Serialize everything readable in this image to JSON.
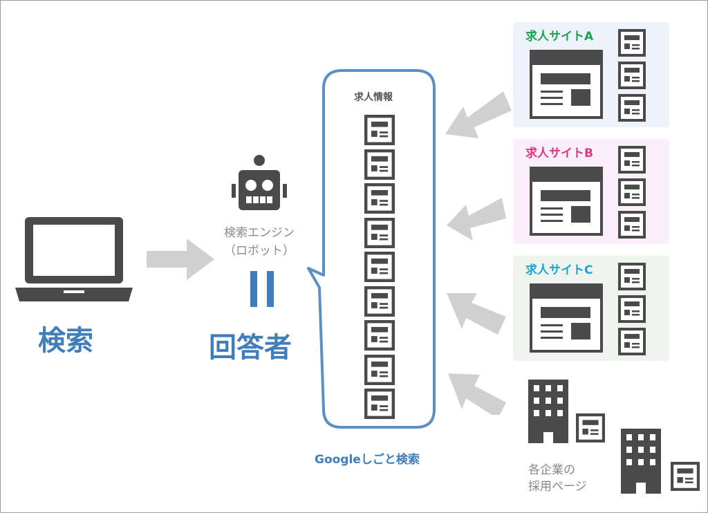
{
  "search": {
    "label": "検索"
  },
  "engine": {
    "line1": "検索エンジン",
    "line2": "（ロボット）"
  },
  "answerer": {
    "label": "回答者"
  },
  "bubble": {
    "title": "求人情報",
    "doc_count": 9
  },
  "service": {
    "label": "Googleしごと検索"
  },
  "sites": [
    {
      "label": "求人サイトA",
      "color": "#1aa04f",
      "bg": "#eef3fb"
    },
    {
      "label": "求人サイトB",
      "color": "#e0387f",
      "bg": "#fceefa"
    },
    {
      "label": "求人サイトC",
      "color": "#1aa3d6",
      "bg": "#eff5ee"
    }
  ],
  "companies": {
    "line1": "各企業の",
    "line2": "採用ページ"
  },
  "colors": {
    "accent": "#3f7dbb",
    "arrow": "#d0d0d0",
    "icon": "#4a4a4a",
    "bubble_border": "#5b8fc5"
  }
}
